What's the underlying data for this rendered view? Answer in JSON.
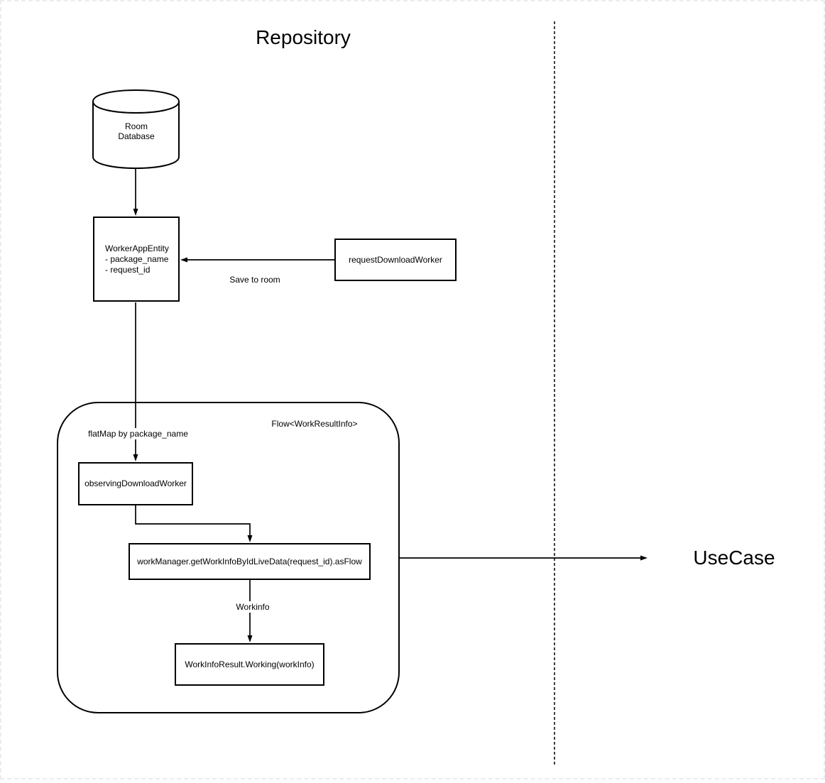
{
  "diagram": {
    "title": "Repository",
    "usecase_label": "UseCase",
    "nodes": {
      "room_database": {
        "lines": [
          "Room",
          "Database"
        ]
      },
      "worker_app_entity": {
        "title": "WorkerAppEntity",
        "fields": [
          "- package_name",
          "- request_id"
        ]
      },
      "request_download_worker": {
        "label": "requestDownloadWorker"
      },
      "flow_container": {
        "label": "Flow<WorkResultInfo>"
      },
      "observing_download_worker": {
        "label": "observingDownloadWorker"
      },
      "work_manager_flow": {
        "label": "workManager.getWorkInfoByIdLiveData(request_id).asFlow"
      },
      "work_info_result": {
        "label": "WorkInfoResult.Working(workInfo)"
      }
    },
    "edge_labels": {
      "save_to_room": "Save to room",
      "flatmap_by_package_name": "flatMap by package_name",
      "workinfo": "Workinfo"
    },
    "colors": {
      "stroke": "#000000",
      "background": "#ffffff",
      "page_outline": "#ececec"
    }
  }
}
